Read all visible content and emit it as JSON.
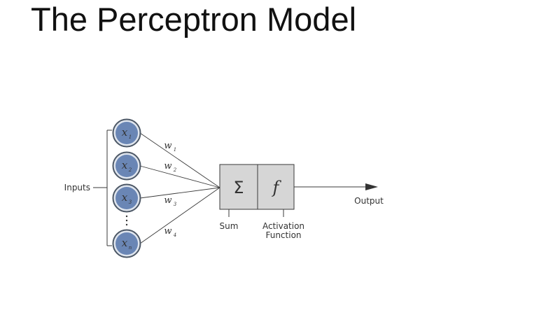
{
  "slide": {
    "title": "The Perceptron Model"
  },
  "diagram": {
    "inputs_label": "Inputs",
    "nodes": [
      {
        "var": "x",
        "sub": "1"
      },
      {
        "var": "x",
        "sub": "2"
      },
      {
        "var": "x",
        "sub": "3"
      },
      {
        "var": "x",
        "sub": "n"
      }
    ],
    "weights": [
      {
        "var": "w",
        "sub": "1"
      },
      {
        "var": "w",
        "sub": "2"
      },
      {
        "var": "w",
        "sub": "3"
      },
      {
        "var": "w",
        "sub": "4"
      }
    ],
    "sum_symbol": "Σ",
    "activation_symbol": "f",
    "sum_label": "Sum",
    "activation_label_line1": "Activation",
    "activation_label_line2": "Function",
    "output_label": "Output",
    "colors": {
      "node_fill": "#6a86b5",
      "node_ring": "#4d5866",
      "box_fill": "#d6d6d6",
      "line": "#3a3a3a"
    }
  }
}
